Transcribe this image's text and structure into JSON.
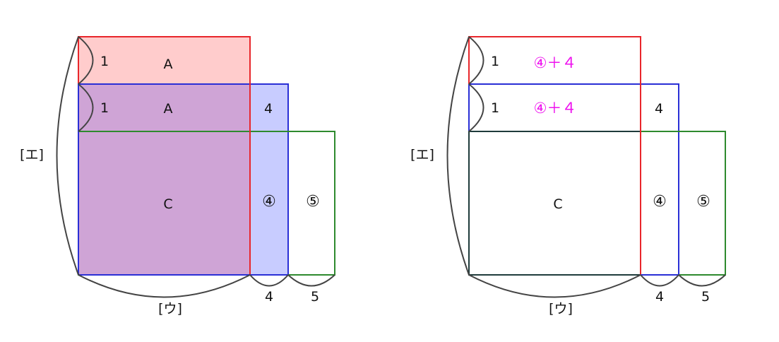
{
  "colors": {
    "red": "#e8262b",
    "blue": "#2a2fd6",
    "green": "#2e8a2e",
    "dark": "#1f3b3b",
    "pinkFill": "#ffcccc",
    "purpleFill": "#cfa4d6",
    "lightBlueFill": "#c8ccff",
    "arc": "#444444",
    "magenta": "#ee10ee"
  },
  "left": {
    "row1_height": "1",
    "row2_height": "1",
    "row1_label": "A",
    "row2_label": "A",
    "right_col_top": "4",
    "main_label": "C",
    "col4_label": "④",
    "col5_label": "⑤",
    "bottom_4": "4",
    "bottom_5": "5",
    "label_u": "[ウ]",
    "label_e": "[エ]"
  },
  "right": {
    "row1_height": "1",
    "row2_height": "1",
    "row1_label": "④＋４",
    "row2_label": "④＋４",
    "right_col_top": "4",
    "main_label": "C",
    "col4_label": "④",
    "col5_label": "⑤",
    "bottom_4": "4",
    "bottom_5": "5",
    "label_u": "[ウ]",
    "label_e": "[エ]"
  }
}
